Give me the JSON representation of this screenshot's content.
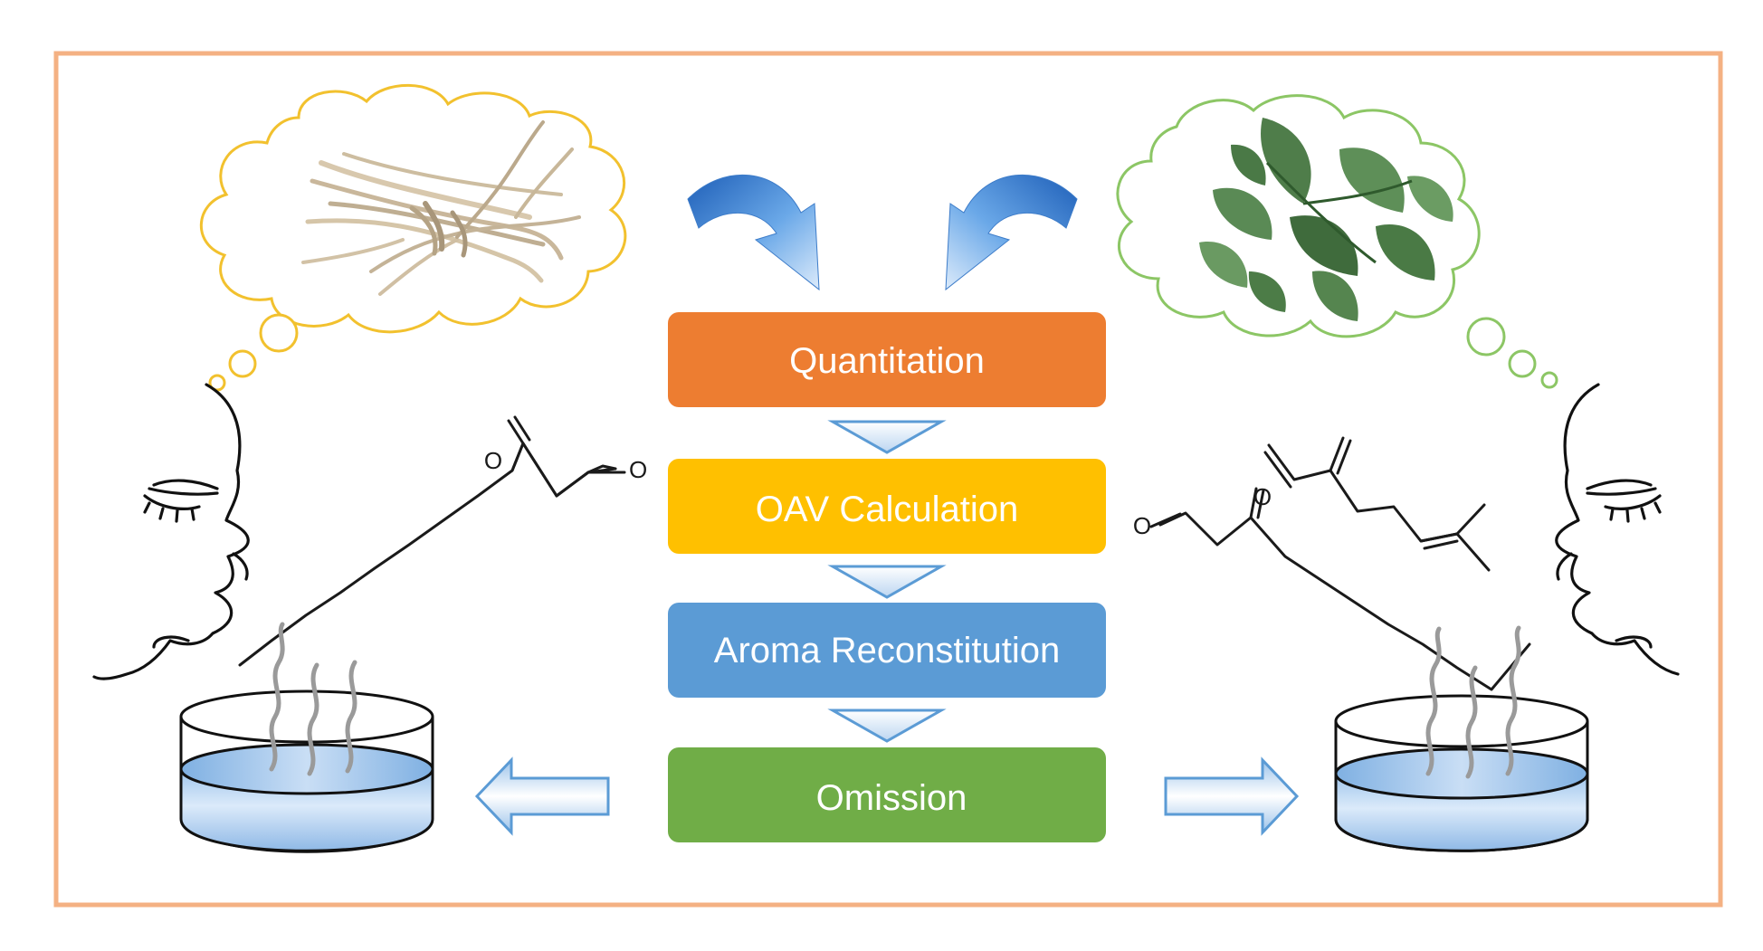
{
  "steps": [
    {
      "label": "Quantitation",
      "color": "#ED7D31"
    },
    {
      "label": "OAV Calculation",
      "color": "#FFC000"
    },
    {
      "label": "Aroma Reconstitution",
      "color": "#5B9BD5"
    },
    {
      "label": "Omission",
      "color": "#70AD47"
    }
  ],
  "atoms": {
    "oxygen": "O"
  },
  "colors": {
    "frame": "#F4B183",
    "cloud_left": "#F2C12E",
    "cloud_right": "#8CC665",
    "arrow_blue": "#4A90D9",
    "connector_blue": "#5B9BD5"
  },
  "icons": {
    "left_cloud": "dried-roots-icon",
    "right_cloud": "green-leaves-icon",
    "left_face": "smelling-face-icon",
    "right_face": "smelling-face-icon",
    "beaker": "water-beaker-icon"
  }
}
